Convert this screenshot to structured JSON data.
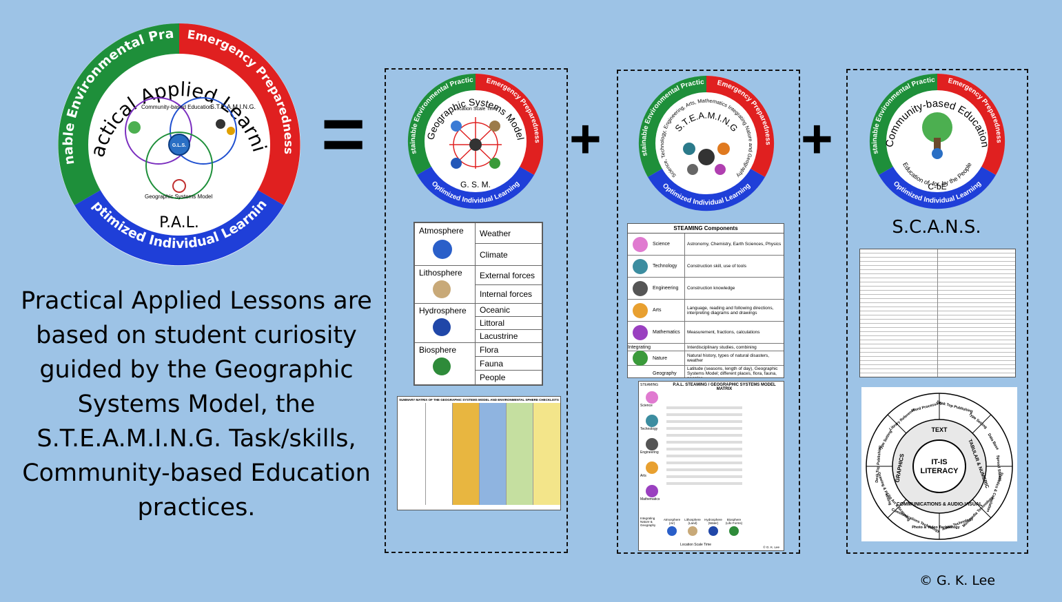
{
  "main_logo": {
    "ring_top_left": "Sustainable Environmental Practices",
    "ring_top_right": "Emergency Preparedness",
    "ring_bottom": "Optimized Individual Learning",
    "title": "Practical Applied Learning",
    "circle_left": "Community-based Education",
    "circle_right": "S.T.E.A.M.I.N.G.",
    "circle_bottom": "Geographic Systems Model",
    "center": "G.L.S.",
    "abbrev": "P.A.L."
  },
  "description": "Practical Applied Lessons are based on student curiosity guided by the Geographic Systems Model, the S.T.E.A.M.I.N.G. Task/skills, Community-based Education practices.",
  "operators": {
    "equals": "=",
    "plus1": "+",
    "plus2": "+"
  },
  "gsm_logo": {
    "ring_top_left": "Sustainable Environmental Practices",
    "ring_top_right": "Emergency Preparedness",
    "ring_bottom": "Optimized Individual Learning",
    "title": "Geographic Systems Model",
    "subtitle": "Location Scale Time",
    "abbrev": "G. S. M."
  },
  "spheres": [
    {
      "name": "Atmosphere",
      "items": [
        "Weather",
        "Climate"
      ]
    },
    {
      "name": "Lithosphere",
      "items": [
        "External forces",
        "Internal forces"
      ]
    },
    {
      "name": "Hydrosphere",
      "items": [
        "Oceanic",
        "Littoral",
        "Lacustrine"
      ]
    },
    {
      "name": "Biosphere",
      "items": [
        "Flora",
        "Fauna",
        "People"
      ]
    }
  ],
  "summary_matrix_title": "SUMMARY MATRIX OF THE GEOGRAPHIC SYSTEMS MODEL AND ENVIRONMENTAL SPHERE CHECKLISTS",
  "steaming_logo": {
    "ring_top_left": "Sustainable Environmental Practices",
    "ring_top_right": "Emergency Preparedness",
    "ring_bottom": "Optimized Individual Learning",
    "arc_text": "Science, Technology, Engineering, Arts, Mathematics Integrating Nature and Geography",
    "title": "S.T.E.A.M.I.N.G"
  },
  "steaming_components": {
    "title": "STEAMING Components",
    "rows": [
      {
        "name": "Science",
        "desc": "Astronomy, Chemistry, Earth Sciences, Physics"
      },
      {
        "name": "Technology",
        "desc": "Construction skill, use of tools"
      },
      {
        "name": "Engineering",
        "desc": "Construction knowledge"
      },
      {
        "name": "Arts",
        "desc": "Language, reading and following directions, interpreting diagrams and drawings"
      },
      {
        "name": "Mathematics",
        "desc": "Measurement, fractions, calculations"
      },
      {
        "name": "Integrating",
        "desc": "Interdisciplinary studies, combining"
      },
      {
        "name": "Nature",
        "desc": "Natural history, types of natural disasters, weather"
      },
      {
        "name": "Geography",
        "desc": "Latitude (seasons, length of day), Geographic Systems Model; different places, flora, fauna, peoples"
      }
    ]
  },
  "pal_matrix": {
    "title": "P.A.L. STEAMING / GEOGRAPHIC SYSTEMS MODEL MATRIX",
    "header": "STEAMING",
    "rows": [
      "Science",
      "Technology",
      "Engineering",
      "Arts",
      "Mathematics"
    ],
    "footer_label": "Integrating Nature & Geography",
    "footer_spheres": [
      "Atmosphere (Air)",
      "Lithosphere (Land)",
      "Hydrosphere (Water)",
      "Biosphere (Life Forms)"
    ],
    "axis": "Location  Scale  Time",
    "credit": "© G. K. Lee"
  },
  "cbe_logo": {
    "ring_top_left": "Sustainable Environmental Practices",
    "ring_top_right": "Emergency Preparedness",
    "ring_bottom": "Optimized Individual Learning",
    "title": "Community-based Education",
    "subtitle": "Education of, for, by the People",
    "abbrev": "C-bE"
  },
  "scans_label": "S.C.A.N.S.",
  "it_literacy": {
    "center": "IT-IS LITERACY",
    "inner": [
      "TEXT",
      "TABULAR & NUMERIC",
      "COMMUNICATIONS & AUDIO-VISUAL",
      "GRAPHICS"
    ],
    "outer": [
      "Word Processing",
      "Desk Top Publishing",
      "Type Setting",
      "Data Base",
      "Spread Sheets",
      "Statistics & Calculation",
      "Multimedia Technology",
      "Audio Technology",
      "Photo & Video Technology",
      "Communications Technology",
      "Clip Art & Scanning",
      "Drawing & Painting",
      "Desk Top Publishing",
      "Type Setting",
      "Library Reference"
    ]
  },
  "copyright": "© G. K. Lee",
  "colors": {
    "background": "#9dc3e6",
    "green": "#1e8f3a",
    "red": "#e02020",
    "blue": "#1f3fd8"
  }
}
